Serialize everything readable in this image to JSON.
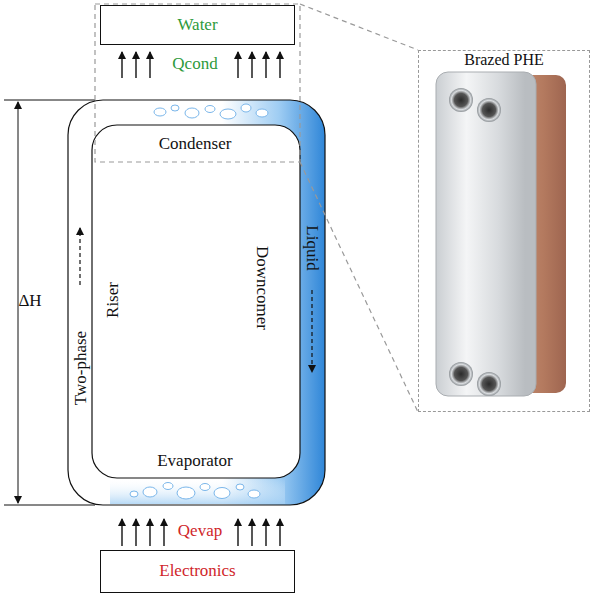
{
  "diagram": {
    "nodes": [
      {
        "text": [
          "Water"
        ]
      },
      {
        "text": [
          "Brazed PHE"
        ]
      },
      {
        "text": [
          "Electronics"
        ]
      }
    ],
    "labels": [
      "Qcond",
      "Condenser",
      "ΔH",
      "Riser",
      "Two-phase",
      "Downcomer",
      "Liquid",
      "Evaporator",
      "Qevap"
    ]
  }
}
